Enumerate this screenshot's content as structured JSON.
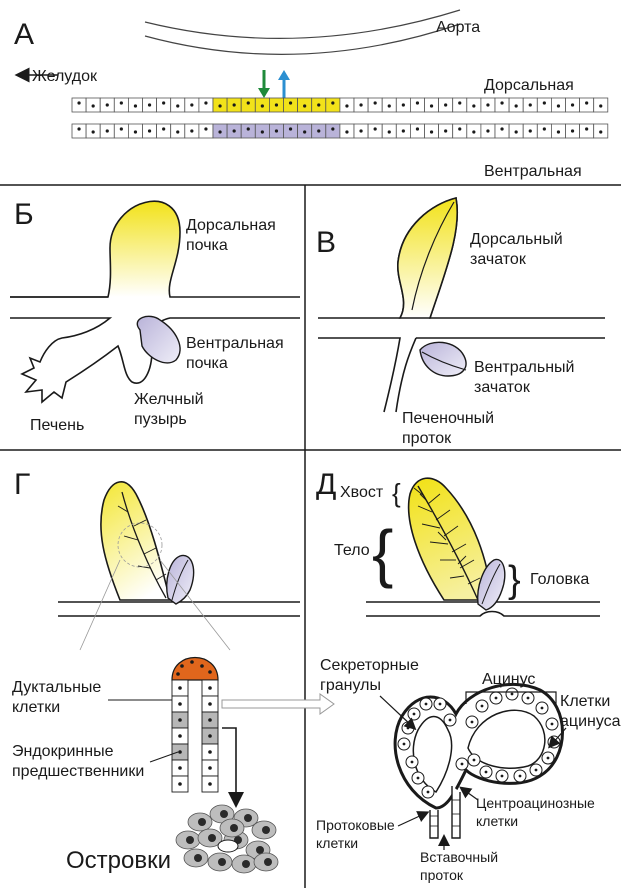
{
  "panels": {
    "a": {
      "letter": "А",
      "aorta": "Аорта",
      "stomach": "Желудок",
      "dorsal": "Дорсальная",
      "ventral": "Вентральная"
    },
    "b": {
      "letter": "Б",
      "dorsal_bud": [
        "Дорсальная",
        "почка"
      ],
      "ventral_bud": [
        "Вентральная",
        "почка"
      ],
      "gallbladder": [
        "Желчный",
        "пузырь"
      ],
      "liver": "Печень"
    },
    "v": {
      "letter": "В",
      "dorsal_anlage": [
        "Дорсальный",
        "зачаток"
      ],
      "ventral_anlage": [
        "Вентральный",
        "зачаток"
      ],
      "hepatic_duct": [
        "Печеночный",
        "проток"
      ]
    },
    "g": {
      "letter": "Г",
      "ductal_cells": [
        "Дуктальные",
        "клетки"
      ],
      "endocrine_precursors": [
        "Эндокринные",
        "предшественники"
      ],
      "islets": "Островки"
    },
    "d": {
      "letter": "Д",
      "tail": "Хвост",
      "body": "Тело",
      "head": "Головка",
      "secretory_granules": [
        "Секреторные",
        "гранулы"
      ],
      "acinus": "Ацинус",
      "acinar_cells": [
        "Клетки",
        "ацинуса"
      ],
      "centroacinar_cells": [
        "Центроацинозные",
        "клетки"
      ],
      "duct_cells": [
        "Протоковые",
        "клетки"
      ],
      "intercalated_duct": [
        "Вставочный",
        "проток"
      ]
    }
  },
  "colors": {
    "dorsal_yellow": "#f2e21a",
    "ventral_purple": "#b9b3d9",
    "tip_orange": "#e0661c",
    "green_arrow": "#1f8a3a",
    "blue_arrow": "#2b8fd1"
  }
}
